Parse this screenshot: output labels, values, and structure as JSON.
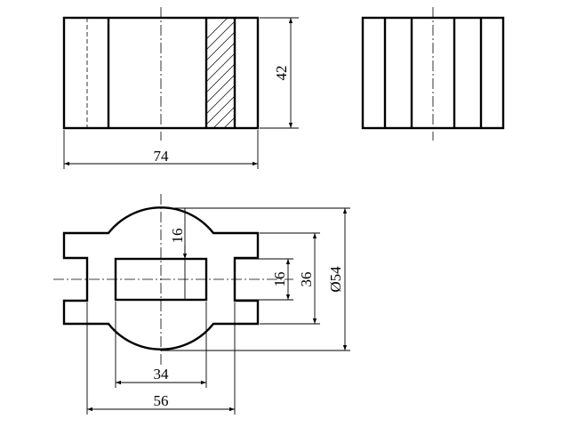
{
  "dimensions": {
    "front_width": "74",
    "front_height": "42",
    "top_small_height": "16",
    "slot_height": "16",
    "slot_outer_height": "36",
    "circle_diameter": "Ø54",
    "slot_width": "34",
    "body_width": "56"
  }
}
